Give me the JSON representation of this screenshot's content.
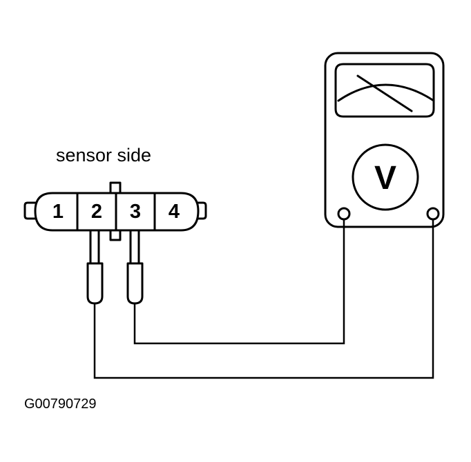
{
  "labels": {
    "connector_side": "sensor side",
    "figure_code": "G00790729"
  },
  "connector": {
    "pins": [
      "1",
      "2",
      "3",
      "4"
    ]
  },
  "meter": {
    "symbol": "V"
  }
}
